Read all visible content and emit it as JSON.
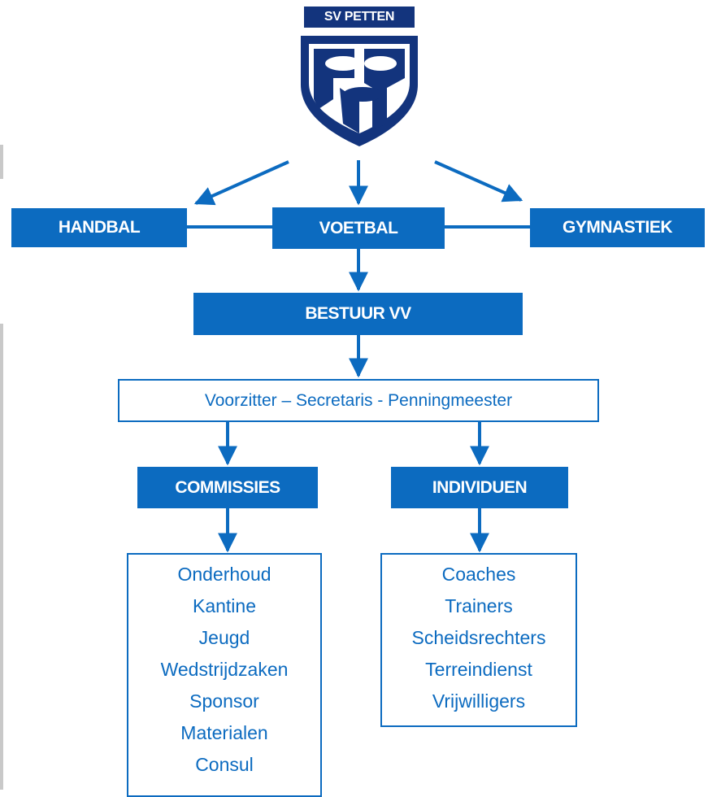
{
  "club": {
    "name": "SV PETTEN"
  },
  "sections": {
    "left": "HANDBAL",
    "center": "VOETBAL",
    "right": "GYMNASTIEK"
  },
  "board": {
    "label": "BESTUUR VV"
  },
  "leadership": {
    "roles": "Voorzitter – Secretaris - Penningmeester"
  },
  "groups": {
    "commissies": {
      "label": "COMMISSIES",
      "items": [
        "Onderhoud",
        "Kantine",
        "Jeugd",
        "Wedstrijdzaken",
        "Sponsor",
        "Materialen",
        "Consul"
      ]
    },
    "individuen": {
      "label": "INDIVIDUEN",
      "items": [
        "Coaches",
        "Trainers",
        "Scheidsrechters",
        "Terreindienst",
        "Vrijwilligers"
      ]
    }
  },
  "colors": {
    "brand_blue": "#0c6bc0",
    "logo_navy": "#13347d"
  }
}
